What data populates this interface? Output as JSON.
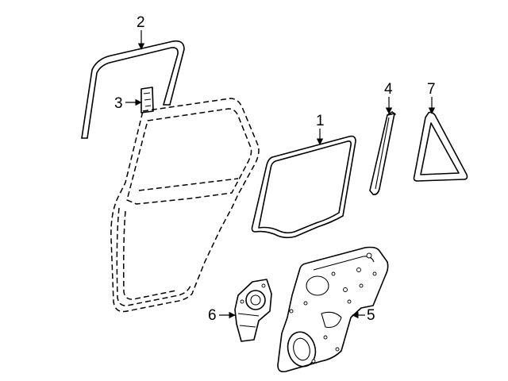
{
  "callouts": [
    {
      "id": "glass",
      "label": "1"
    },
    {
      "id": "run-channel",
      "label": "2"
    },
    {
      "id": "bracket",
      "label": "3"
    },
    {
      "id": "trim-molding",
      "label": "4"
    },
    {
      "id": "regulator-panel",
      "label": "5"
    },
    {
      "id": "window-motor",
      "label": "6"
    },
    {
      "id": "quarter-glass",
      "label": "7"
    }
  ]
}
